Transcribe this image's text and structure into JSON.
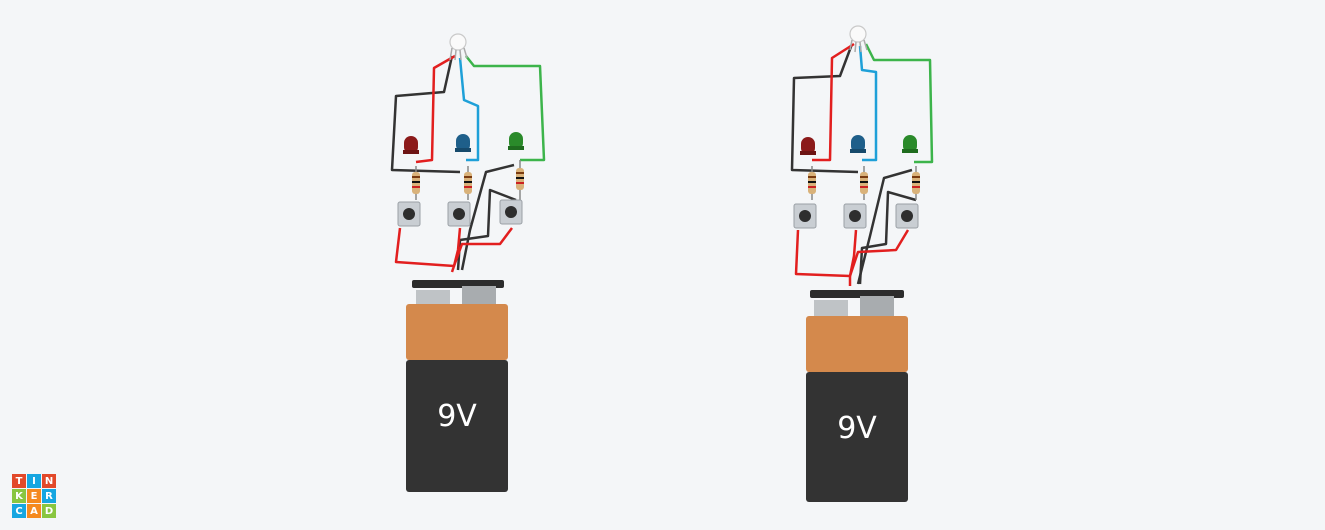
{
  "app": {
    "name": "TINKERCAD"
  },
  "logo": {
    "tiles": [
      "T",
      "I",
      "N",
      "K",
      "E",
      "R",
      "C",
      "A",
      "D"
    ],
    "colors": [
      "#e2492a",
      "#16a6e1",
      "#e2492a",
      "#89c640",
      "#f58a1f",
      "#16a6e1",
      "#16a6e1",
      "#f58a1f",
      "#89c640"
    ]
  },
  "circuits": [
    {
      "battery_label": "9V"
    },
    {
      "battery_label": "9V"
    }
  ],
  "colors": {
    "wire_red": "#e21f1f",
    "wire_black": "#333333",
    "wire_blue": "#1ea0d8",
    "wire_green": "#3cb44b",
    "led_red": "#8b1a1a",
    "led_blue": "#1e5f8a",
    "led_green": "#2a8a2a",
    "battery_top": "#d4894c",
    "battery_body": "#333333",
    "background": "#f4f6f8"
  }
}
